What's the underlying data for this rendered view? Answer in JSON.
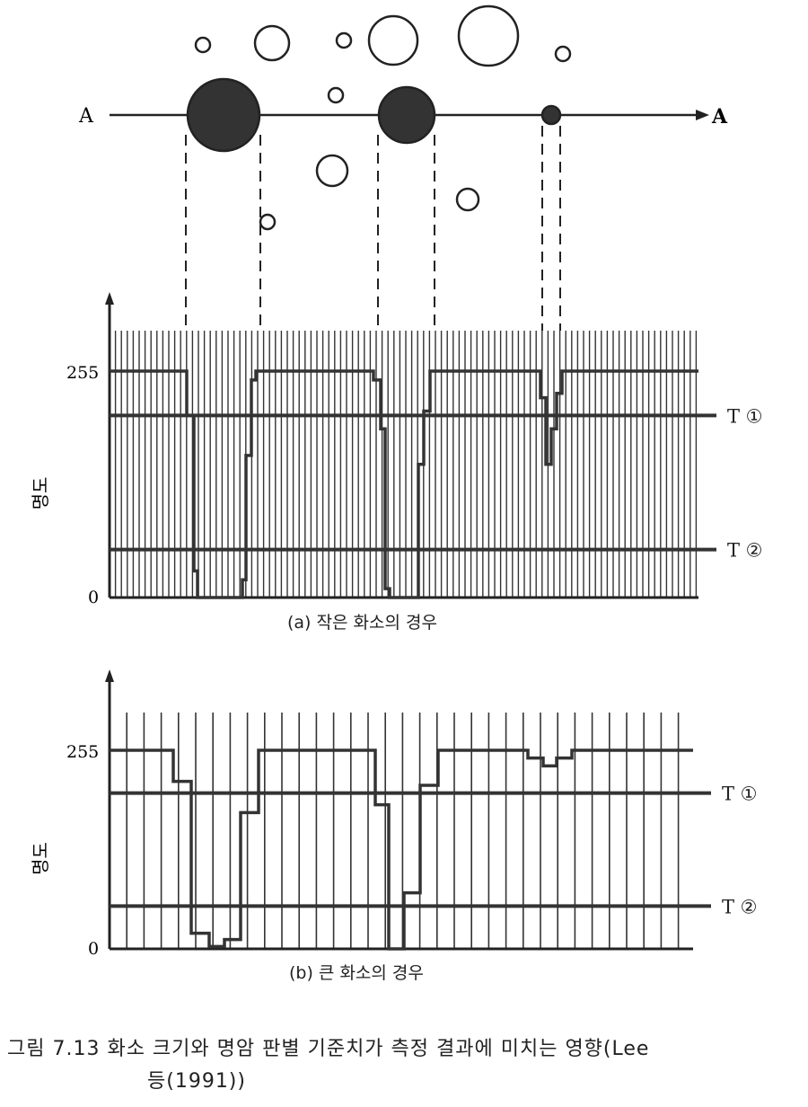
{
  "line_label_left": "A",
  "line_label_right": "A",
  "y_axis_label": "명도",
  "threshold_labels": [
    "T ①",
    "T ②"
  ],
  "panels": [
    {
      "caption": "(a) 작은 화소의 경우",
      "y_ticks": [
        "255",
        "0"
      ],
      "pixel_density": "small",
      "thresholds": [
        205,
        54
      ],
      "signal": [
        [
          0,
          255
        ],
        [
          86,
          255
        ],
        [
          86,
          205
        ],
        [
          94,
          205
        ],
        [
          94,
          30
        ],
        [
          98,
          30
        ],
        [
          98,
          0
        ],
        [
          148,
          0
        ],
        [
          148,
          20
        ],
        [
          152,
          20
        ],
        [
          152,
          160
        ],
        [
          158,
          160
        ],
        [
          158,
          245
        ],
        [
          163,
          245
        ],
        [
          163,
          255
        ],
        [
          294,
          255
        ],
        [
          294,
          245
        ],
        [
          302,
          245
        ],
        [
          302,
          190
        ],
        [
          307,
          190
        ],
        [
          307,
          10
        ],
        [
          312,
          10
        ],
        [
          312,
          0
        ],
        [
          344,
          0
        ],
        [
          344,
          150
        ],
        [
          350,
          150
        ],
        [
          350,
          210
        ],
        [
          357,
          210
        ],
        [
          357,
          255
        ],
        [
          480,
          255
        ],
        [
          480,
          225
        ],
        [
          486,
          225
        ],
        [
          486,
          150
        ],
        [
          492,
          150
        ],
        [
          492,
          190
        ],
        [
          498,
          190
        ],
        [
          498,
          230
        ],
        [
          504,
          230
        ],
        [
          504,
          255
        ],
        [
          656,
          255
        ]
      ]
    },
    {
      "caption": "(b) 큰 화소의 경우",
      "y_ticks": [
        "255",
        "0"
      ],
      "pixel_density": "large",
      "thresholds": [
        200,
        55
      ],
      "signal": [
        [
          0,
          255
        ],
        [
          71,
          255
        ],
        [
          71,
          215
        ],
        [
          91,
          215
        ],
        [
          91,
          20
        ],
        [
          111,
          20
        ],
        [
          111,
          3
        ],
        [
          128,
          3
        ],
        [
          128,
          12
        ],
        [
          146,
          12
        ],
        [
          146,
          175
        ],
        [
          166,
          175
        ],
        [
          166,
          255
        ],
        [
          296,
          255
        ],
        [
          296,
          185
        ],
        [
          311,
          185
        ],
        [
          311,
          0
        ],
        [
          328,
          0
        ],
        [
          328,
          72
        ],
        [
          346,
          72
        ],
        [
          346,
          210
        ],
        [
          366,
          210
        ],
        [
          366,
          255
        ],
        [
          466,
          255
        ],
        [
          466,
          245
        ],
        [
          483,
          245
        ],
        [
          483,
          235
        ],
        [
          498,
          235
        ],
        [
          498,
          245
        ],
        [
          515,
          245
        ],
        [
          515,
          255
        ],
        [
          650,
          255
        ]
      ]
    }
  ],
  "figure_caption_line1": "그림 7.13  화소 크기와 명암 판별 기준치가 측정 결과에 미치는 영향(Lee",
  "figure_caption_line2": "등(1991))"
}
